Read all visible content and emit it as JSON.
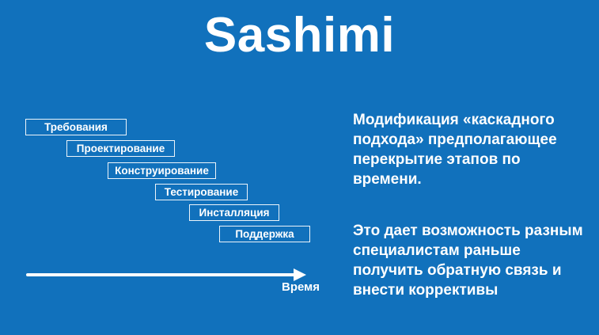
{
  "slide": {
    "title": "Sashimi",
    "background_color": "#1171BC",
    "text_color": "#FFFFFF"
  },
  "diagram": {
    "type": "cascading-stages",
    "stages": [
      {
        "label": "Требования"
      },
      {
        "label": "Проектирование"
      },
      {
        "label": "Конструирование"
      },
      {
        "label": "Тестирование"
      },
      {
        "label": "Инсталляция"
      },
      {
        "label": "Поддержка"
      }
    ],
    "axis_label": "Время"
  },
  "description": {
    "paragraph1": "Модификация «каскадного\nподхода» предполагающее\nперекрытие этапов по\nвремени.",
    "paragraph2": "Это дает возможность разным\nспециалистам раньше\nполучить обратную связь и\nвнести коррективы"
  }
}
